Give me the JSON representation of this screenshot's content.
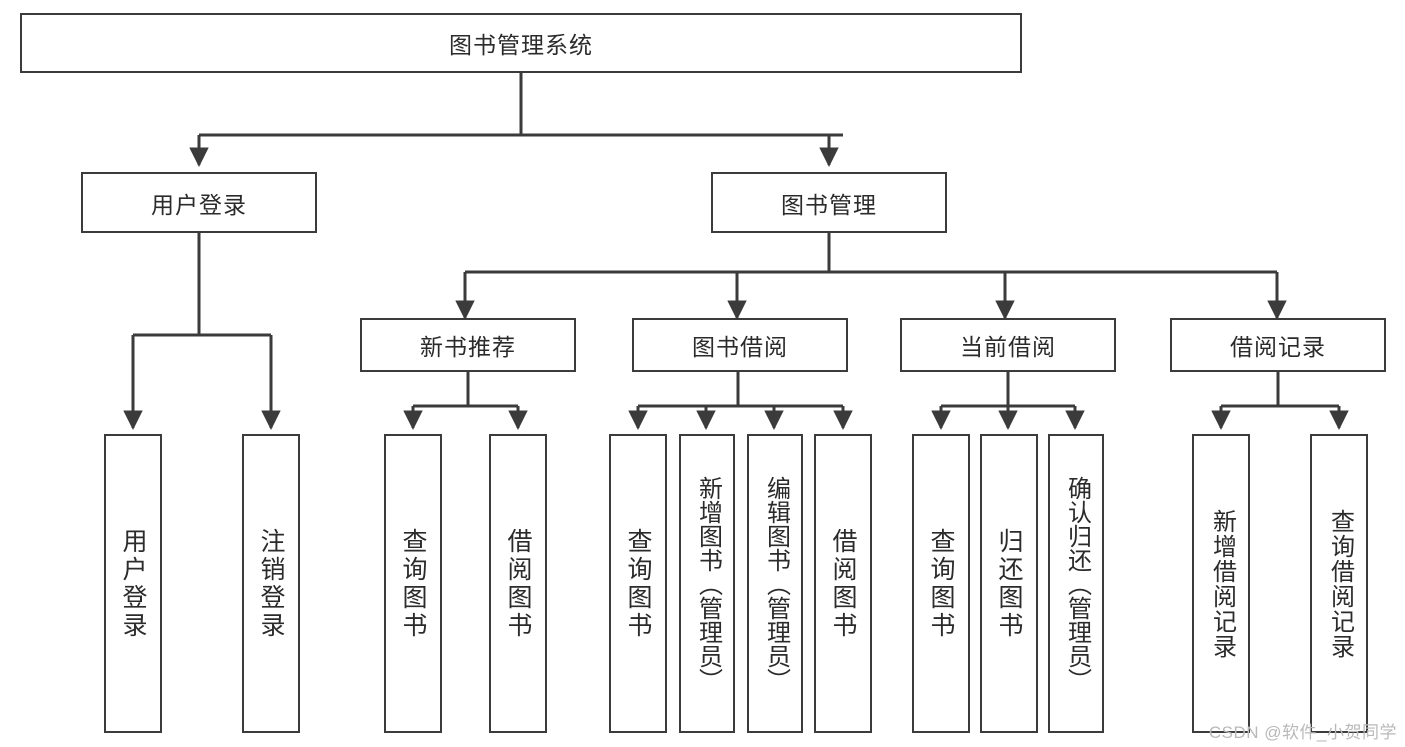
{
  "diagram": {
    "title": "图书管理系统",
    "root": {
      "id": "root",
      "label": "图书管理系统"
    },
    "level2": [
      {
        "id": "user-login",
        "label": "用户登录"
      },
      {
        "id": "book-management",
        "label": "图书管理"
      }
    ],
    "level3": [
      {
        "id": "new-book-recommend",
        "label": "新书推荐"
      },
      {
        "id": "book-borrow",
        "label": "图书借阅"
      },
      {
        "id": "current-borrow",
        "label": "当前借阅"
      },
      {
        "id": "borrow-record",
        "label": "借阅记录"
      }
    ],
    "leaves": {
      "user_login": [
        {
          "id": "leaf-user-login",
          "label": "用户登录"
        },
        {
          "id": "leaf-logout",
          "label": "注销登录"
        }
      ],
      "new_book_recommend": [
        {
          "id": "leaf-query-book-1",
          "label": "查询图书"
        },
        {
          "id": "leaf-borrow-book-1",
          "label": "借阅图书"
        }
      ],
      "book_borrow": [
        {
          "id": "leaf-query-book-2",
          "label": "查询图书"
        },
        {
          "id": "leaf-add-book",
          "label": "新增图书（管理员）"
        },
        {
          "id": "leaf-edit-book",
          "label": "编辑图书（管理员）"
        },
        {
          "id": "leaf-borrow-book-2",
          "label": "借阅图书"
        }
      ],
      "current_borrow": [
        {
          "id": "leaf-query-book-3",
          "label": "查询图书"
        },
        {
          "id": "leaf-return-book",
          "label": "归还图书"
        },
        {
          "id": "leaf-confirm-return",
          "label": "确认归还（管理员）"
        }
      ],
      "borrow_record": [
        {
          "id": "leaf-add-record",
          "label": "新增借阅记录"
        },
        {
          "id": "leaf-query-record",
          "label": "查询借阅记录"
        }
      ]
    }
  },
  "watermark": {
    "text": "CSDN @软件_小贺同学"
  },
  "colors": {
    "stroke": "#3b3b3b",
    "background": "#ffffff",
    "text": "#2b2b2b",
    "watermark": "#b9b9b9"
  }
}
